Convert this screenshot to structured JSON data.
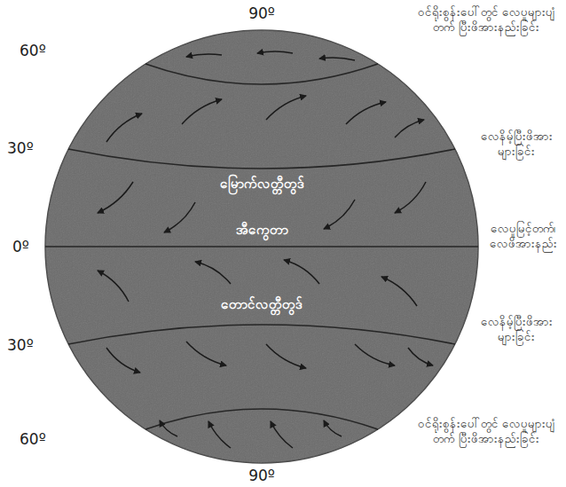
{
  "diagram": {
    "labels": [
      "90º",
      "60º",
      "ဝင်ရိုးစွန်းပေါ်တွင် လေပူများပျံတက် ပြီးဖိအားနည်းခြင်း",
      "30º",
      "မြောက်လတ္တီတွဒ်",
      "လေနိမ့်ပြီးဖိအား များခြင်း",
      "0º",
      "အီကွေတာ",
      "လေပူမြင့်တက်၊ လေဖိအားနည်း",
      "တောင်လတ္တီတွဒ်",
      "30º",
      "လေနိမ့်ပြီးဖိအား များခြင်း",
      "60º",
      "ဝင်ရိုးစွန်းပေါ်တွင် လေပူများပျံတက် ပြီးဖိအားနည်းခြင်း",
      "90º"
    ]
  }
}
